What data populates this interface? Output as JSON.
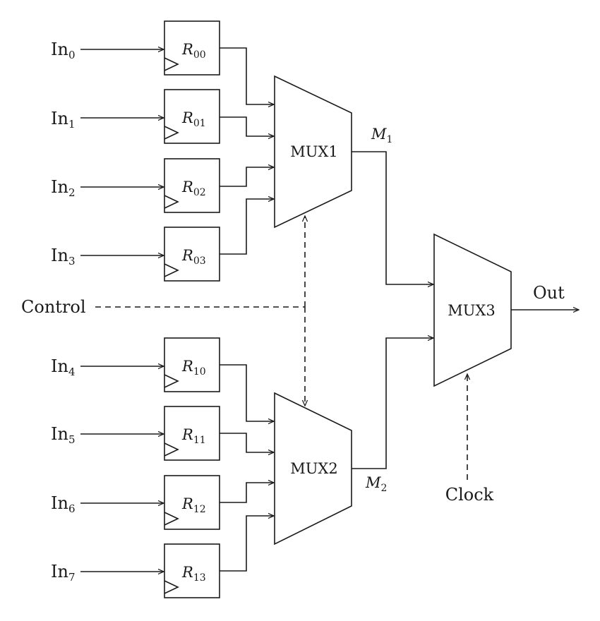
{
  "inputs": [
    {
      "base": "In",
      "sub": "0"
    },
    {
      "base": "In",
      "sub": "1"
    },
    {
      "base": "In",
      "sub": "2"
    },
    {
      "base": "In",
      "sub": "3"
    },
    {
      "base": "In",
      "sub": "4"
    },
    {
      "base": "In",
      "sub": "5"
    },
    {
      "base": "In",
      "sub": "6"
    },
    {
      "base": "In",
      "sub": "7"
    }
  ],
  "registers": [
    {
      "base": "R",
      "sub": "00"
    },
    {
      "base": "R",
      "sub": "01"
    },
    {
      "base": "R",
      "sub": "02"
    },
    {
      "base": "R",
      "sub": "03"
    },
    {
      "base": "R",
      "sub": "10"
    },
    {
      "base": "R",
      "sub": "11"
    },
    {
      "base": "R",
      "sub": "12"
    },
    {
      "base": "R",
      "sub": "13"
    }
  ],
  "muxes": {
    "mux1": "MUX1",
    "mux2": "MUX2",
    "mux3": "MUX3"
  },
  "mux_outputs": {
    "m1": {
      "base": "M",
      "sub": "1"
    },
    "m2": {
      "base": "M",
      "sub": "2"
    }
  },
  "signals": {
    "control": "Control",
    "clock": "Clock",
    "out": "Out"
  }
}
